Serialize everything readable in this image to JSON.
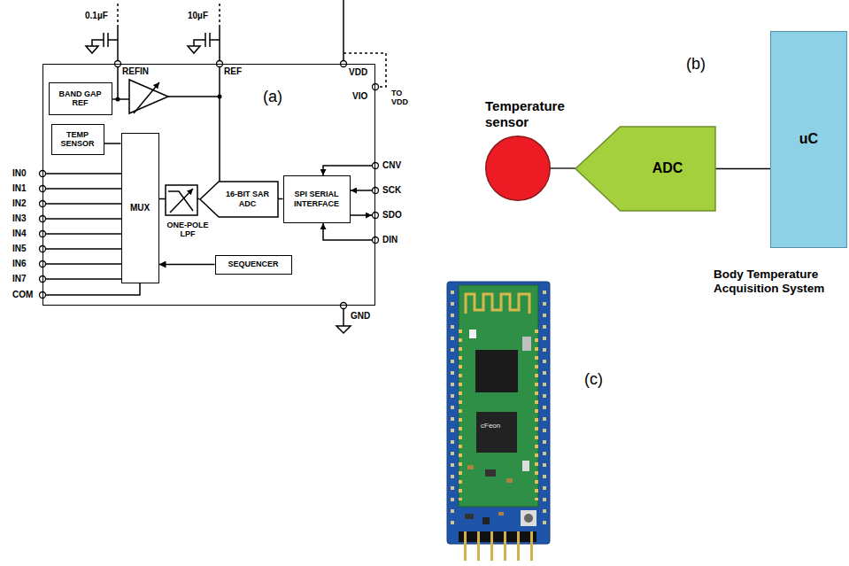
{
  "diagram": {
    "nodes": [
      {
        "text": [
          "(a)"
        ]
      },
      {
        "text": [
          "BAND GAP REF"
        ],
        "in": 0
      },
      {
        "text": [
          "TEMP SENSOR"
        ],
        "in": 0
      },
      {
        "text": [
          "MUX"
        ],
        "in": 0
      },
      {
        "text": [
          "16-BIT SAR ADC"
        ],
        "in": 0
      },
      {
        "text": [
          "SPI SERIAL INTERFACE"
        ],
        "in": 0
      },
      {
        "text": [
          "SEQUENCER"
        ],
        "in": 0
      },
      {
        "text": [
          "Temperature sensor"
        ]
      },
      {
        "text": [
          "ADC"
        ]
      },
      {
        "text": [
          "uC"
        ]
      }
    ],
    "edges": [
      {
        "from": 2,
        "to": 3,
        "arrow": "none"
      },
      {
        "from": 3,
        "to": 4,
        "arrow": "none"
      },
      {
        "from": 4,
        "to": 5,
        "arrow": "none"
      },
      {
        "from": 6,
        "to": 3,
        "arrow": "to"
      },
      {
        "from": 7,
        "to": 8,
        "arrow": "none"
      },
      {
        "from": 8,
        "to": 9,
        "arrow": "none"
      }
    ],
    "labels": [
      "0.1µF",
      "10µF",
      "REFIN",
      "REF",
      "VDD",
      "VIO",
      "TO VDD",
      "CNV",
      "SCK",
      "SDO",
      "DIN",
      "IN0",
      "IN1",
      "IN2",
      "IN3",
      "IN4",
      "IN5",
      "IN6",
      "IN7",
      "COM",
      "ONE-POLE LPF",
      "GND",
      "(b)",
      "Body Temperature Acquisition System",
      "(c)",
      "cFeon"
    ]
  }
}
